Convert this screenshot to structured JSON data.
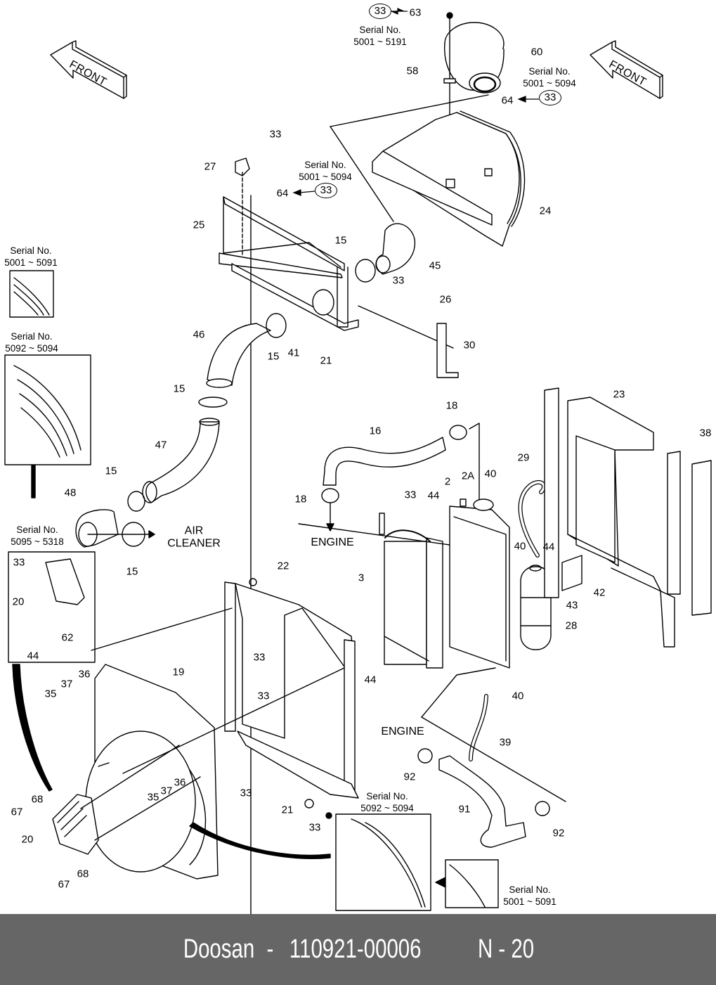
{
  "diagram": {
    "title": "Radiator / Air Intake Assembly",
    "front_arrows": [
      "FRONT",
      "FRONT"
    ],
    "notes": {
      "air_cleaner": [
        "AIR",
        "CLEANER"
      ],
      "engine_upper": "ENGINE",
      "engine_lower": "ENGINE"
    },
    "serial_notes": [
      {
        "id": "s-5001-5191",
        "line1": "Serial No.",
        "line2": "5001 ~ 5191"
      },
      {
        "id": "s-5001-5094-right",
        "line1": "Serial No.",
        "line2": "5001 ~ 5094"
      },
      {
        "id": "s-5001-5094-mid",
        "line1": "Serial No.",
        "line2": "5001 ~ 5094"
      },
      {
        "id": "s-5001-5091-left",
        "line1": "Serial No.",
        "line2": "5001 ~ 5091"
      },
      {
        "id": "s-5092-5094-left",
        "line1": "Serial No.",
        "line2": "5092 ~ 5094"
      },
      {
        "id": "s-5095-5318",
        "line1": "Serial No.",
        "line2": "5095 ~ 5318"
      },
      {
        "id": "s-5092-5094-bottom",
        "line1": "Serial No.",
        "line2": "5092 ~ 5094"
      },
      {
        "id": "s-5001-5091-bottom",
        "line1": "Serial No.",
        "line2": "5001 ~ 5091"
      }
    ],
    "circled_refs": [
      "33",
      "33",
      "33"
    ],
    "callouts": [
      "63",
      "60",
      "58",
      "64",
      "64",
      "24",
      "33",
      "27",
      "25",
      "15",
      "45",
      "33",
      "26",
      "30",
      "46",
      "15",
      "41",
      "21",
      "15",
      "47",
      "15",
      "48",
      "15",
      "16",
      "18",
      "18",
      "2",
      "2A",
      "40",
      "29",
      "33",
      "44",
      "3",
      "40",
      "44",
      "42",
      "43",
      "28",
      "23",
      "38",
      "22",
      "33",
      "33",
      "44",
      "40",
      "39",
      "19",
      "36",
      "37",
      "35",
      "36",
      "37",
      "35",
      "33",
      "20",
      "62",
      "44",
      "33",
      "21",
      "33",
      "92",
      "91",
      "92",
      "68",
      "67",
      "20",
      "68",
      "67"
    ]
  },
  "footer": {
    "brand": "Doosan",
    "separator": "-",
    "part_number": "110921-00006",
    "page": "N - 20"
  }
}
